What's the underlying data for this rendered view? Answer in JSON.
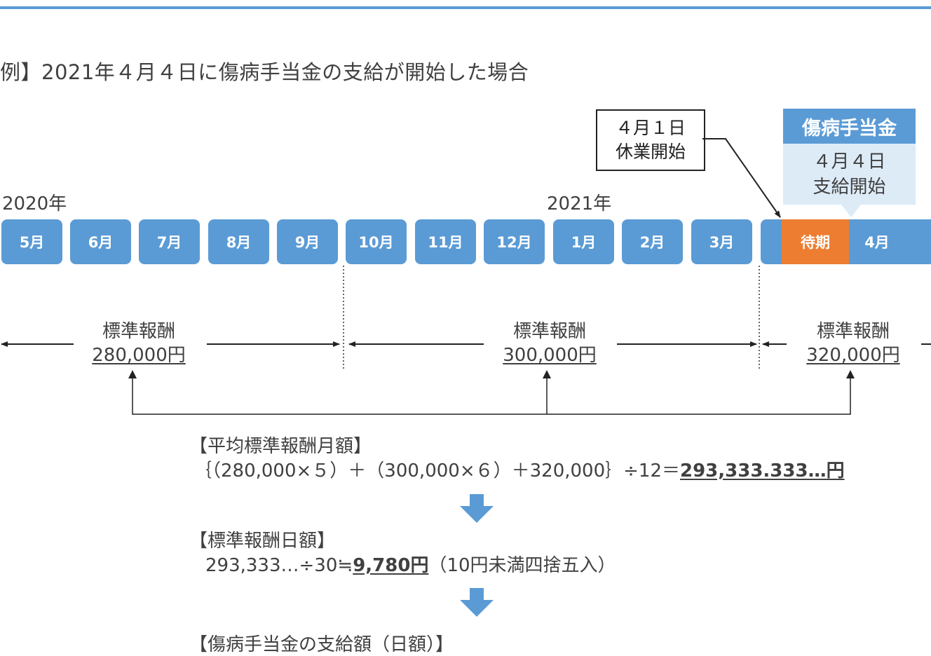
{
  "title": "例】2021年４月４日に傷病手当金の支給が開始した場合",
  "years": [
    "2020年",
    "2021年"
  ],
  "months": [
    "5月",
    "6月",
    "7月",
    "8月",
    "9月",
    "10月",
    "11月",
    "12月",
    "1月",
    "2月",
    "3月"
  ],
  "waiting_label": "待期",
  "april_label": "4月",
  "callout_leave": {
    "line1": "４月１日",
    "line2": "休業開始"
  },
  "callout_benefit": {
    "header": "傷病手当金",
    "line1": "４月４日",
    "line2": "支給開始"
  },
  "standard_label": "標準報酬",
  "standard_amounts": [
    "280,000円",
    "300,000円",
    "320,000円"
  ],
  "avg_heading": "【平均標準報酬月額】",
  "avg_formula": "｛（280,000×５）＋（300,000×６）＋320,000｝÷12＝",
  "avg_result": "293,333.333…円",
  "daily_heading": "【標準報酬日額】",
  "daily_formula": "293,333…÷30≒",
  "daily_result": "9,780円",
  "daily_note": "（10円未満四捨五入）",
  "benefit_heading": "【傷病手当金の支給額（日額）】",
  "colors": {
    "accent_blue": "#5b9bd5",
    "orange": "#ed7d31",
    "light_blue": "#ddebf7"
  }
}
